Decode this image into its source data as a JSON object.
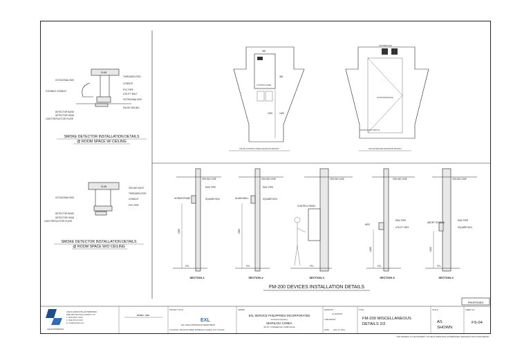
{
  "drawing_titles": {
    "smoke_ceiling_line1": "SMOKE DETECTOR INSTALLATION DETAILS",
    "smoke_ceiling_line2": "@ ROOM SPACE W/ CEILING",
    "smoke_noceiling_line1": "SMOKE DETECTOR INSTALLATION DETAILS",
    "smoke_noceiling_line2": "@ ROOM SPACE W/O CEILING",
    "control_panel_elev": "FM-200 CONTROL PANEL ELEVATION DETAILS",
    "devices_elev": "FM-200 DEVICES ELEVATION DETAILS",
    "main_title": "FM-200 DEVICES INSTALLATION DETAILS"
  },
  "smoke_ceiling_labels": {
    "slab": "SLAB",
    "threaded_rod": "THREADED ROD",
    "octagonal_box": "OCTAGONAL BOX",
    "conduit": "CONDUIT",
    "pvc_pipe": "PVC PIPE",
    "flexible_conduit": "FLEXIBLE CONDUIT",
    "utility_bolt": "UTILITY BOLT",
    "octagonal_box2": "OCTAGONAL BOX",
    "false_ceiling": "FALSE CEILING",
    "detector_base": "DETECTOR BASE",
    "detector_head": "DETECTOR HEAD",
    "light_reflector": "LIGHT REFLECTOR PLATE"
  },
  "smoke_noceiling_labels": {
    "slab": "SLAB",
    "ceiling_inlet": "CEILING INLET",
    "threaded_rod": "THREADED ROD",
    "octagonal_box": "OCTAGONAL BOX",
    "conduit": "CONDUIT",
    "pvc_pipe": "PVC PIPE",
    "detector_base": "DETECTOR BASE",
    "detector_head": "DETECTOR HEAD",
    "light_reflector": "LIGHT REFLECTOR PLATE"
  },
  "control_panel": {
    "dim_top": "382",
    "dim_side": "482",
    "dim_h1": "1200",
    "dim_h2": "1400",
    "panel_label": "CONTROL PANEL"
  },
  "devices_elev": {
    "door_label": "ROOM ENTRANCE",
    "top_label": "STROBE/HORN",
    "bottom_label": "FM-200 ABORT SWITCH"
  },
  "sections": [
    {
      "title": "SECTION-1",
      "ceiling": "CEILING LINE",
      "pipe": "EMC PIPE",
      "device": "HORN/STROBE",
      "box": "SQUARE BOX",
      "height": "2300",
      "ffl": "FFL"
    },
    {
      "title": "SECTION-2",
      "ceiling": "CEILING LINE",
      "pipe": "EMC PIPE",
      "device": "ALARM BELL",
      "box": "SQUARE BOX",
      "height": "2300",
      "ffl": "FFL"
    },
    {
      "title": "SECTION-3",
      "ceiling": "CEILING LINE",
      "device": "CONTROL PANEL",
      "ffl": "FFL"
    },
    {
      "title": "SECTION-3",
      "ceiling": "CEILING LINE",
      "pipe": "EMC PIPE",
      "device": "MPS",
      "box": "UTILITY BOX",
      "height": "1200",
      "ffl": "FFL"
    },
    {
      "title": "SECTION-4",
      "ceiling": "CEILING LINE",
      "pipe": "EMC PIPE",
      "device": "ABORT STATION",
      "box": "SQUARE BOX",
      "height": "1200",
      "ffl": "FFL"
    }
  ],
  "status_stamp": "PROPOSED",
  "title_block": {
    "company_lines": [
      "ASIAN HORIZONTAL ENTERPRISES",
      "FIRE PROTECTION & SAFETY CO.",
      "T: (632) 8XXX-XXXX",
      "F: (632) 8XXX-XXXX",
      "E: info@example.com"
    ],
    "logo_caption": "AHE ENTERPRISES",
    "signatory": "PETER L. UBO",
    "project_title_hd": "PROJECT TITLE",
    "project_brand": "EXL",
    "project_sub": "EXL FIRE SUPPRESSION DEPARTMENT",
    "project_addr": "LOCATION: 15/F ECOTOWER, BONIFACIO GLOBAL CITY, TAGUIG",
    "owner_hd": "OWNER",
    "owner_name": "EXL SERVICE PHILIPPINES INCORPORATED",
    "owner_role": "Authorized Signatory",
    "owner_person": "MARILOU COMIA",
    "owner_person_role": "SR VP / COMMERCIAL COMPLIANCE",
    "drawn_hd": "DRAWN BY",
    "drawn_val": "GL MARLON",
    "checked_hd": "CHECKED BY",
    "date_hd": "DATE",
    "date_val": "AUG. 11, 2021",
    "title_hd": "TITLE",
    "sheet_title_1": "FM-200 MISCELLANEOUS",
    "sheet_title_2": "DETAILS 2/2",
    "scale_hd": "SCALE",
    "scale_val_1": "AS",
    "scale_val_2": "SHOWN",
    "sheetno_hd": "SHEET NO.",
    "sheetno_val": "FS-04",
    "footer_note": "THIS DRAWING IS THE PROPERTY OF ASIAN HORIZONTAL ENTERPRISES. REPRODUCTION IS PROHIBITED."
  }
}
